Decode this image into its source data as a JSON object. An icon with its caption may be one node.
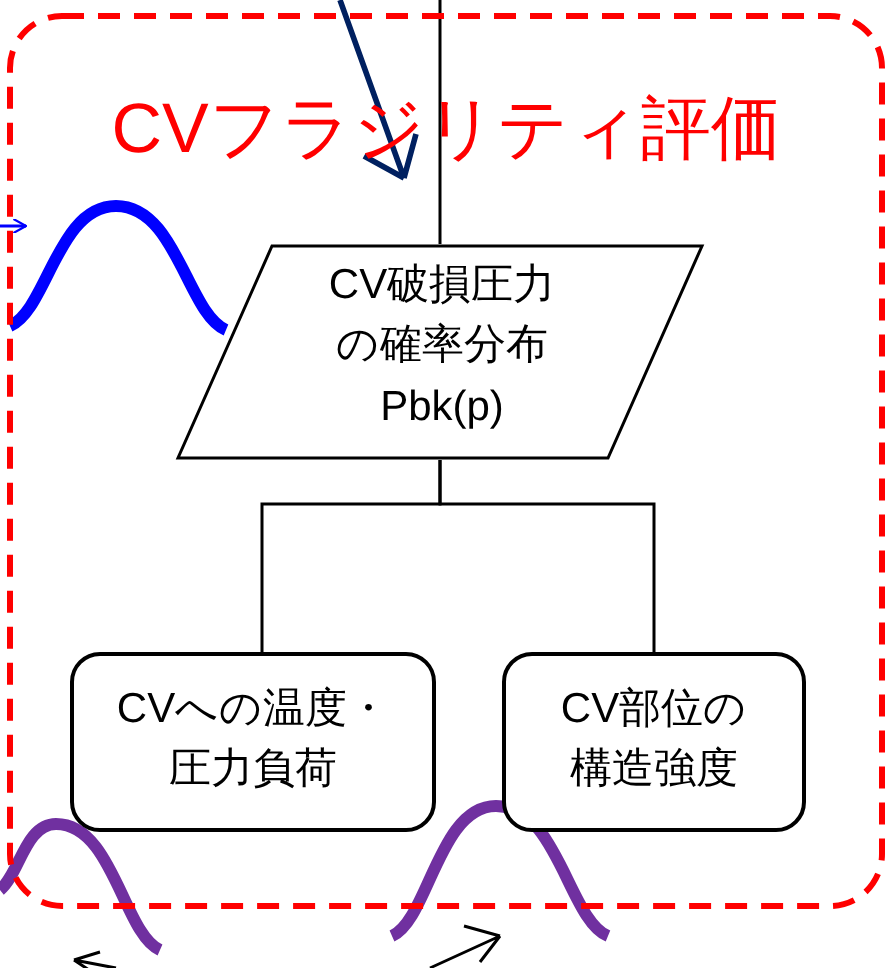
{
  "diagram": {
    "nodes": [
      {
        "text": [
          "CVフラジリティ評価"
        ]
      },
      {
        "text": [
          "CV破損圧力の確率分布Pbk(p)"
        ],
        "in": 0
      },
      {
        "text": [
          "CVへの温度・圧力負荷"
        ],
        "in": 0
      },
      {
        "text": [
          "CV部位の構造強度"
        ],
        "in": 0
      }
    ],
    "edges": [
      {
        "from": null,
        "to": 1,
        "arrow": "none"
      },
      {
        "from": 1,
        "to": 2,
        "arrow": "none"
      },
      {
        "from": 1,
        "to": 3,
        "arrow": "none"
      },
      {
        "from": null,
        "to": 0,
        "arrow": "to",
        "color": "#0000ff"
      }
    ]
  }
}
